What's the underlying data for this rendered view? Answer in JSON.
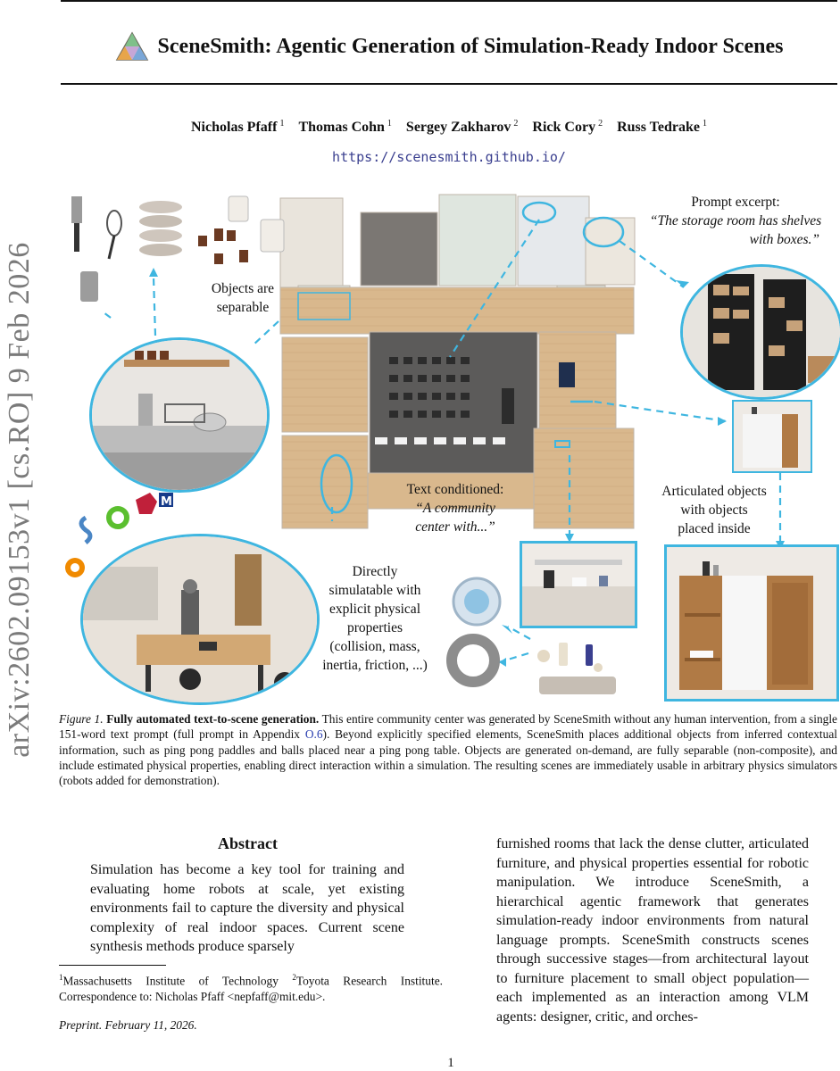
{
  "side_stamp": "arXiv:2602.09153v1  [cs.RO]  9 Feb 2026",
  "title": "SceneSmith: Agentic Generation of Simulation-Ready Indoor Scenes",
  "authors": [
    {
      "name": "Nicholas Pfaff",
      "aff": "1"
    },
    {
      "name": "Thomas Cohn",
      "aff": "1"
    },
    {
      "name": "Sergey Zakharov",
      "aff": "2"
    },
    {
      "name": "Rick Cory",
      "aff": "2"
    },
    {
      "name": "Russ Tedrake",
      "aff": "1"
    }
  ],
  "project_url": "https://scenesmith.github.io/",
  "figure": {
    "labels": {
      "objects_separable": [
        "Objects are",
        "separable"
      ],
      "prompt_heading": "Prompt excerpt:",
      "prompt_quote": [
        "“The storage room has shelves",
        "with boxes.”"
      ],
      "text_conditioned_heading": "Text conditioned:",
      "text_conditioned_quote": [
        "“A community",
        "center with...”"
      ],
      "articulated": [
        "Articulated objects",
        "with objects",
        "placed inside"
      ],
      "simulatable": [
        "Directly",
        "simulatable with",
        "explicit physical",
        "properties",
        "(collision, mass,",
        "inertia, friction, ...)"
      ]
    },
    "colors": {
      "accent": "#3fb6e0",
      "floor": "#d8b58a",
      "wall": "#efeae2"
    }
  },
  "caption": {
    "fig_num": "Figure 1.",
    "title": "Fully automated text-to-scene generation.",
    "text_before_link": "This entire community center was generated by SceneSmith without any human intervention, from a single 151-word text prompt (full prompt in Appendix ",
    "link": "O.6",
    "text_after_link": "). Beyond explicitly specified elements, SceneSmith places additional objects from inferred contextual information, such as ping pong paddles and balls placed near a ping pong table. Objects are generated on-demand, are fully separable (non-composite), and include estimated physical properties, enabling direct interaction within a simulation. The resulting scenes are immediately usable in arbitrary physics simulators (robots added for demonstration)."
  },
  "abstract": {
    "title": "Abstract",
    "left": "Simulation has become a key tool for training and evaluating home robots at scale, yet existing environments fail to capture the diversity and physical complexity of real indoor spaces. Current scene synthesis methods produce sparsely",
    "right": "furnished rooms that lack the dense clutter, articulated furniture, and physical properties essential for robotic manipulation. We introduce SceneSmith, a hierarchical agentic framework that generates simulation-ready indoor environments from natural language prompts. SceneSmith constructs scenes through successive stages—from architectural layout to furniture placement to small object population—each implemented as an interaction among VLM agents: designer, critic, and orches-"
  },
  "footnote": {
    "aff1_mark": "1",
    "aff1": "Massachusetts Institute of Technology",
    "aff2_mark": "2",
    "aff2": "Toyota Research Institute.",
    "correspondence": "Correspondence to: Nicholas Pfaff <nepfaff@mit.edu>."
  },
  "preprint": "Preprint. February 11, 2026.",
  "page_number": "1"
}
